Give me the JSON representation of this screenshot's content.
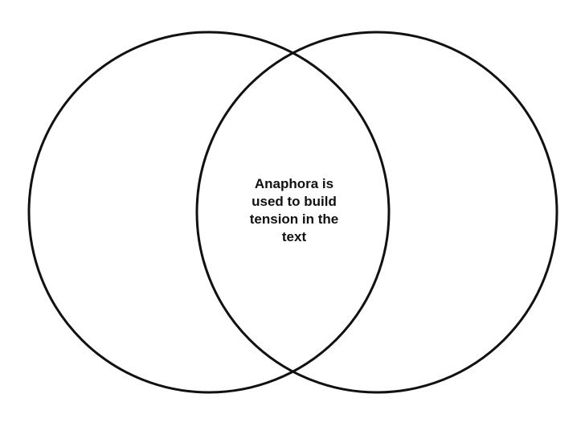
{
  "diagram": {
    "type": "venn",
    "circles": [
      {
        "name": "left",
        "label": ""
      },
      {
        "name": "right",
        "label": ""
      }
    ],
    "overlap_text_lines": [
      "Anaphora is",
      "used to build",
      "tension in the",
      "text"
    ],
    "stroke_color": "#111111"
  }
}
